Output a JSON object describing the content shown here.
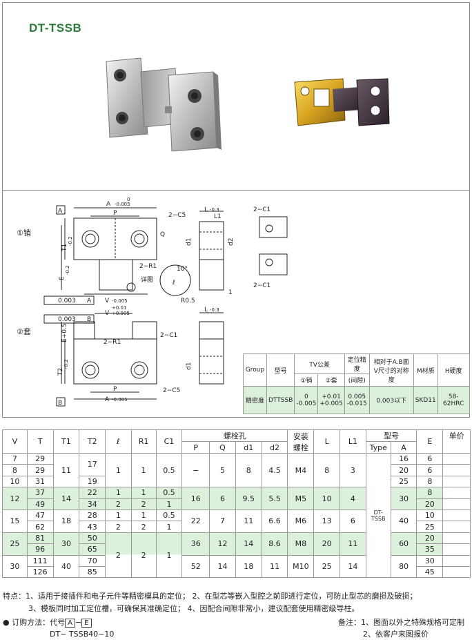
{
  "title": "DT-TSSB",
  "drawing": {
    "pin_label": "①销",
    "sleeve_label": "②套",
    "datum_a": "A",
    "datum_b": "B",
    "dim_a_top": "A",
    "dim_a_top_tol_upper": "0",
    "dim_a_top_tol_lower": "-0.005",
    "dim_p": "P",
    "dim_2c5": "2−C5",
    "dim_q": "Q",
    "dim_l1": "L1",
    "dim_l_top": "L",
    "dim_l_tol": "-0.3",
    "dim_tol0": "0",
    "dim_d1": "d1",
    "dim_d2": "d2",
    "dim_t1": "T1",
    "dim_t1_tol": "-0.2",
    "dim_e_pin": "E",
    "dim_e_pin_tol": "-0.2",
    "dim_2r1": "2−R1",
    "dim_10deg": "10°",
    "dim_detail": "详图",
    "dim_r05": "R0.5",
    "dim_ell": "ℓ",
    "dim_1": "1",
    "dim_2c1_top": "2−C1",
    "dim_2c1_bottom": "2−C1",
    "flatness_1": "0.003",
    "flatness_1_ref": "A",
    "dim_v_pin": "V",
    "dim_v_pin_tol": "-0.005",
    "flatness_2": "0.003",
    "flatness_2_ref": "B",
    "dim_v_sleeve_upper": "+0.01",
    "dim_v_sleeve": "V",
    "dim_v_sleeve_tol": "+0.005",
    "dim_l_bottom": "L",
    "dim_l_bottom_tol": "-0.3",
    "dim_e_sleeve": "E+0.5",
    "dim_t2": "T2",
    "dim_t2_tol": "-0.2",
    "dim_2r1_b": "2−R1",
    "dim_2c1_b": "2−C1",
    "dim_2c5_b": "2−C5",
    "dim_p_b": "P",
    "dim_a_b": "A",
    "dim_a_b_tol": "-0.005",
    "dim_d1_b": "d1"
  },
  "spec": {
    "h_group": "Group",
    "h_type": "型号",
    "h_tv": "TV公差",
    "h_pin": "①销",
    "h_sleeve": "②套",
    "h_pos": "定位精度",
    "h_gap": "(间隙)",
    "h_sym1": "相对于A.B面",
    "h_sym2": "V尺寸的对称度",
    "h_material": "M材质",
    "h_hard": "H硬度",
    "r_group": "精密度",
    "r_type": "DTTSSB",
    "r_pin1": "0",
    "r_pin2": "-0.005",
    "r_sl1": "+0.01",
    "r_sl2": "+0.005",
    "r_pos1": "0.005",
    "r_pos2": "-0.015",
    "r_sym": "0.003以下",
    "r_mat": "SKD11",
    "r_hard": "58-62HRC"
  },
  "table": {
    "h_v": "V",
    "h_t": "T",
    "h_t1": "T1",
    "h_t2": "T2",
    "h_l": "ℓ",
    "h_r1": "R1",
    "h_c1": "C1",
    "h_bolt": "螺栓孔",
    "h_p": "P",
    "h_q": "Q",
    "h_d1": "d1",
    "h_d2": "d2",
    "h_mount1": "安装",
    "h_mount2": "螺栓",
    "h_L": "L",
    "h_L1": "L1",
    "h_model": "型号",
    "h_type": "Type",
    "h_A": "A",
    "h_E": "E",
    "h_price": "单价",
    "type_val": "DT-TSSB",
    "rows": [
      {
        "v": "7",
        "t": "29",
        "t1": "11",
        "t2": "17",
        "l": "1",
        "r1": "1",
        "c1": "0.5",
        "p": "−",
        "q": "5",
        "d1": "8",
        "d2": "4.5",
        "m": "M4",
        "L": "8",
        "L1": "3",
        "a": "16",
        "e": "6"
      },
      {
        "v": "8",
        "t": "29",
        "a": "20",
        "e": "6"
      },
      {
        "v": "10",
        "t": "31",
        "t2": "19",
        "a": "25",
        "e": "8"
      },
      {
        "v": "12",
        "t": "37",
        "t1": "14",
        "t2": "22",
        "l": "1",
        "r1": "1",
        "c1": "0.5",
        "p": "16",
        "q": "6",
        "d1": "9.5",
        "d2": "5.5",
        "m": "M5",
        "L": "10",
        "L1": "4",
        "a": "30",
        "e": "8"
      },
      {
        "t": "49",
        "t2": "34",
        "l": "2",
        "r1": "2",
        "c1": "1",
        "e": "20"
      },
      {
        "v": "15",
        "t": "47",
        "t1": "18",
        "t2": "28",
        "l": "1",
        "r1": "1",
        "c1": "0.5",
        "p": "22",
        "q": "7",
        "d1": "11",
        "d2": "6.6",
        "m": "M6",
        "L": "13",
        "L1": "6",
        "a": "40",
        "e": "10"
      },
      {
        "t": "62",
        "t2": "43",
        "l": "2",
        "r1": "2",
        "c1": "1",
        "e": "25"
      },
      {
        "v": "25",
        "t": "81",
        "t1": "30",
        "t2": "50",
        "l": "2",
        "r1": "2",
        "c1": "1",
        "p": "36",
        "q": "12",
        "d1": "14",
        "d2": "8.6",
        "m": "M8",
        "L": "20",
        "L1": "11",
        "a": "60",
        "e": "20"
      },
      {
        "t": "96",
        "t2": "65",
        "e": "35"
      },
      {
        "v": "30",
        "t": "111",
        "t1": "40",
        "t2": "70",
        "p": "52",
        "q": "14",
        "d1": "18",
        "d2": "11",
        "m": "M10",
        "L": "25",
        "L1": "14",
        "a": "80",
        "e": "30"
      },
      {
        "t": "126",
        "t2": "85",
        "e": "45"
      }
    ]
  },
  "notes": {
    "line1": "特点：1、适用于接插件和电子元件等精密模具的定位；  2、在型芯等嵌入型腔之前即进行定位，可防止型芯的磨损及破损；",
    "line2": "3、模板同时加工定位槽，可确保其准确定位；    4、因配合间隙非常小，建议配套使用精密级导柱。"
  },
  "order": {
    "bullet": "●",
    "label": "订购方法：代号",
    "box_a": "A",
    "dash": "−",
    "box_e": "E",
    "example": "DT− TSSB40−10"
  },
  "remark": {
    "line1": "备注：1、图面以外之特殊规格可定制",
    "line2": "2、依客户来图报价"
  }
}
